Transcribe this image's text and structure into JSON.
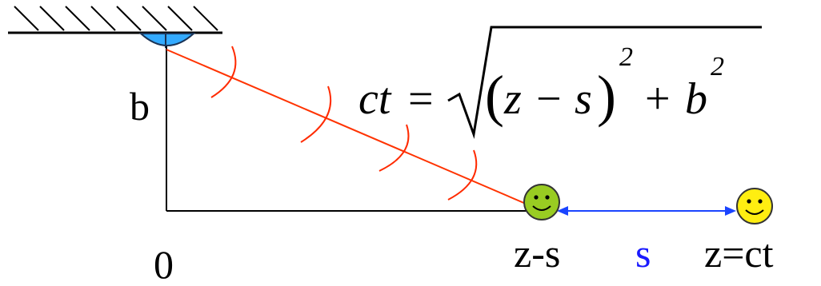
{
  "labels": {
    "height": "b",
    "origin": "0",
    "observer_pos": "z-s",
    "separation": "s",
    "source_pos": "z=ct"
  },
  "equation": {
    "lhs": "ct",
    "equals": "=",
    "z": "z",
    "minus": "−",
    "s": "s",
    "power": "2",
    "plus": "+",
    "b": "b",
    "b_power": "2"
  },
  "colors": {
    "ray": "#ff3300",
    "wavefront": "#ff2a00",
    "arrow": "#1a44ff",
    "emitter": "#33aaff",
    "observer_face": "#99cc22",
    "source_face": "#ffee11",
    "axis": "#000000"
  },
  "icons": {
    "observer": "smiley-face-icon",
    "source": "smiley-face-icon",
    "ceiling": "hatched-ceiling-icon",
    "emitter": "dome-emitter-icon"
  }
}
